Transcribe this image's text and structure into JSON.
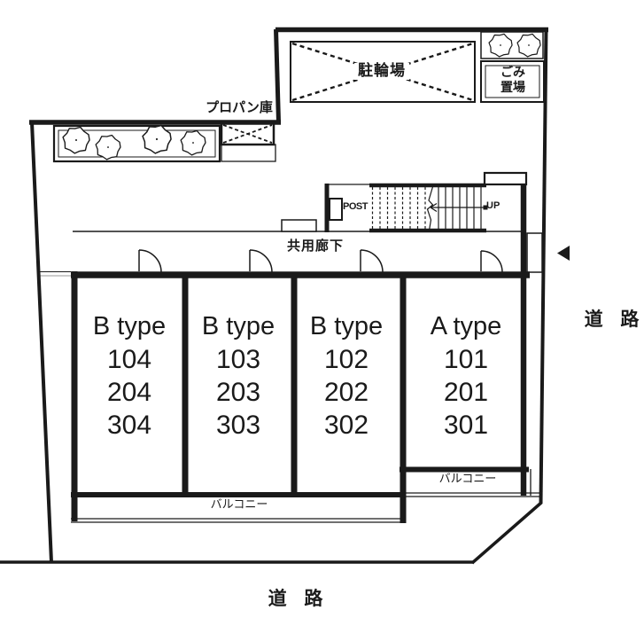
{
  "labels": {
    "propane": "プロパン庫",
    "bicycle_parking": "駐輪場",
    "garbage": {
      "line1": "ごみ",
      "line2": "置場"
    },
    "post": "POST",
    "up": "UP",
    "corridor": "共用廊下",
    "balcony_b": "バルコニー",
    "balcony_a": "バルコニー",
    "road_right": "道 路",
    "road_bottom": "道 路"
  },
  "units": [
    {
      "type": "B type",
      "rooms": [
        "104",
        "204",
        "304"
      ]
    },
    {
      "type": "B type",
      "rooms": [
        "103",
        "203",
        "303"
      ]
    },
    {
      "type": "B type",
      "rooms": [
        "102",
        "202",
        "302"
      ]
    },
    {
      "type": "A type",
      "rooms": [
        "101",
        "201",
        "301"
      ]
    }
  ],
  "colors": {
    "ink": "#1a1a1a",
    "background": "#ffffff"
  }
}
